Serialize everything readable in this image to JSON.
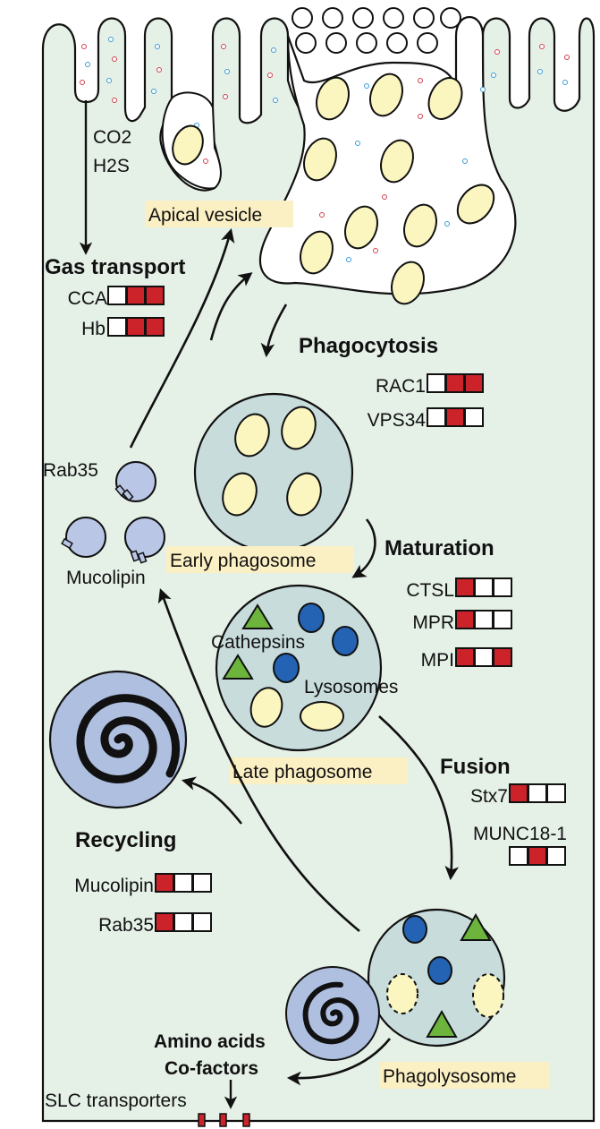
{
  "labels": {
    "co2": "CO2",
    "h2s": "H2S",
    "apical_vesicle": "Apical vesicle",
    "rab35_vesicle": "Rab35",
    "mucolipin_vesicle": "Mucolipin",
    "early_phagosome": "Early phagosome",
    "cathepsins": "Cathepsins",
    "lysosomes": "Lysosomes",
    "late_phagosome": "Late phagosome",
    "phagolysosome": "Phagolysosome",
    "amino_acids": "Amino acids",
    "cofactors": "Co-factors",
    "slc_transporters": "SLC transporters"
  },
  "sections": {
    "gas_transport": {
      "title": "Gas transport",
      "genes": [
        {
          "name": "CCA",
          "boxes": [
            0,
            1,
            1
          ]
        },
        {
          "name": "Hb",
          "boxes": [
            0,
            1,
            1
          ]
        }
      ]
    },
    "phagocytosis": {
      "title": "Phagocytosis",
      "genes": [
        {
          "name": "RAC1",
          "boxes": [
            0,
            1,
            1
          ]
        },
        {
          "name": "VPS34",
          "boxes": [
            0,
            1,
            0
          ]
        }
      ]
    },
    "maturation": {
      "title": "Maturation",
      "genes": [
        {
          "name": "CTSL",
          "boxes": [
            1,
            0,
            0
          ]
        },
        {
          "name": "MPR",
          "boxes": [
            1,
            0,
            0
          ]
        },
        {
          "name": "MPI",
          "boxes": [
            1,
            0,
            1
          ]
        }
      ]
    },
    "fusion": {
      "title": "Fusion",
      "genes": [
        {
          "name": "Stx7",
          "boxes": [
            1,
            0,
            0
          ]
        },
        {
          "name": "MUNC18-1",
          "boxes": [
            0,
            1,
            0
          ]
        }
      ]
    },
    "recycling": {
      "title": "Recycling",
      "genes": [
        {
          "name": "Mucolipin",
          "boxes": [
            1,
            0,
            0
          ]
        },
        {
          "name": "Rab35",
          "boxes": [
            1,
            0,
            0
          ]
        }
      ]
    }
  },
  "colors": {
    "cell": "#e5f0e7",
    "organelle": "#c8dcdc",
    "membrane_disc": "#aebfe0",
    "vesicle": "#b9c6e6",
    "yellow_particle": "#fbf6bf",
    "lysosome_blue": "#2463b3",
    "triangle_green": "#6cb43c",
    "expression_red": "#cc2229",
    "label_highlight": "#fbefc4"
  }
}
